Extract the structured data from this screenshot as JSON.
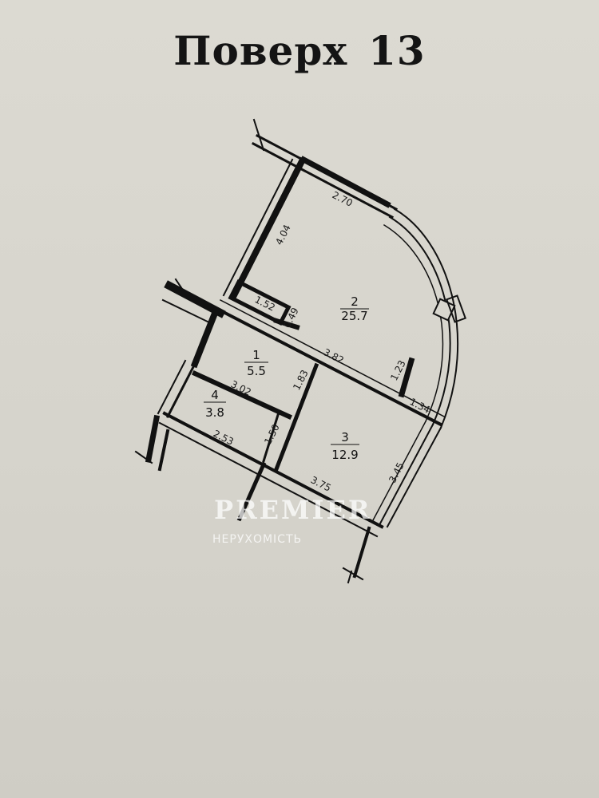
{
  "title": {
    "label": "Поверх",
    "number": "13"
  },
  "rooms": [
    {
      "number": "1",
      "area": "5.5"
    },
    {
      "number": "2",
      "area": "25.7"
    },
    {
      "number": "3",
      "area": "12.9"
    },
    {
      "number": "4",
      "area": "3.8"
    }
  ],
  "dimensions": {
    "d270": "2.70",
    "d404": "4.04",
    "d152": "1.52",
    "d049": "0.49",
    "d382": "3.82",
    "d123": "1.23",
    "d134": "1.34",
    "d183": "1.83",
    "d302": "3.02",
    "d150": "1.50",
    "d253": "2.53",
    "d375": "3.75",
    "d345": "3.45"
  },
  "watermark": {
    "brand": "PREMIER",
    "subtitle": "НЕРУХОМІСТЬ"
  },
  "colors": {
    "ink": "#111111",
    "paper": "#d9d7cf"
  }
}
